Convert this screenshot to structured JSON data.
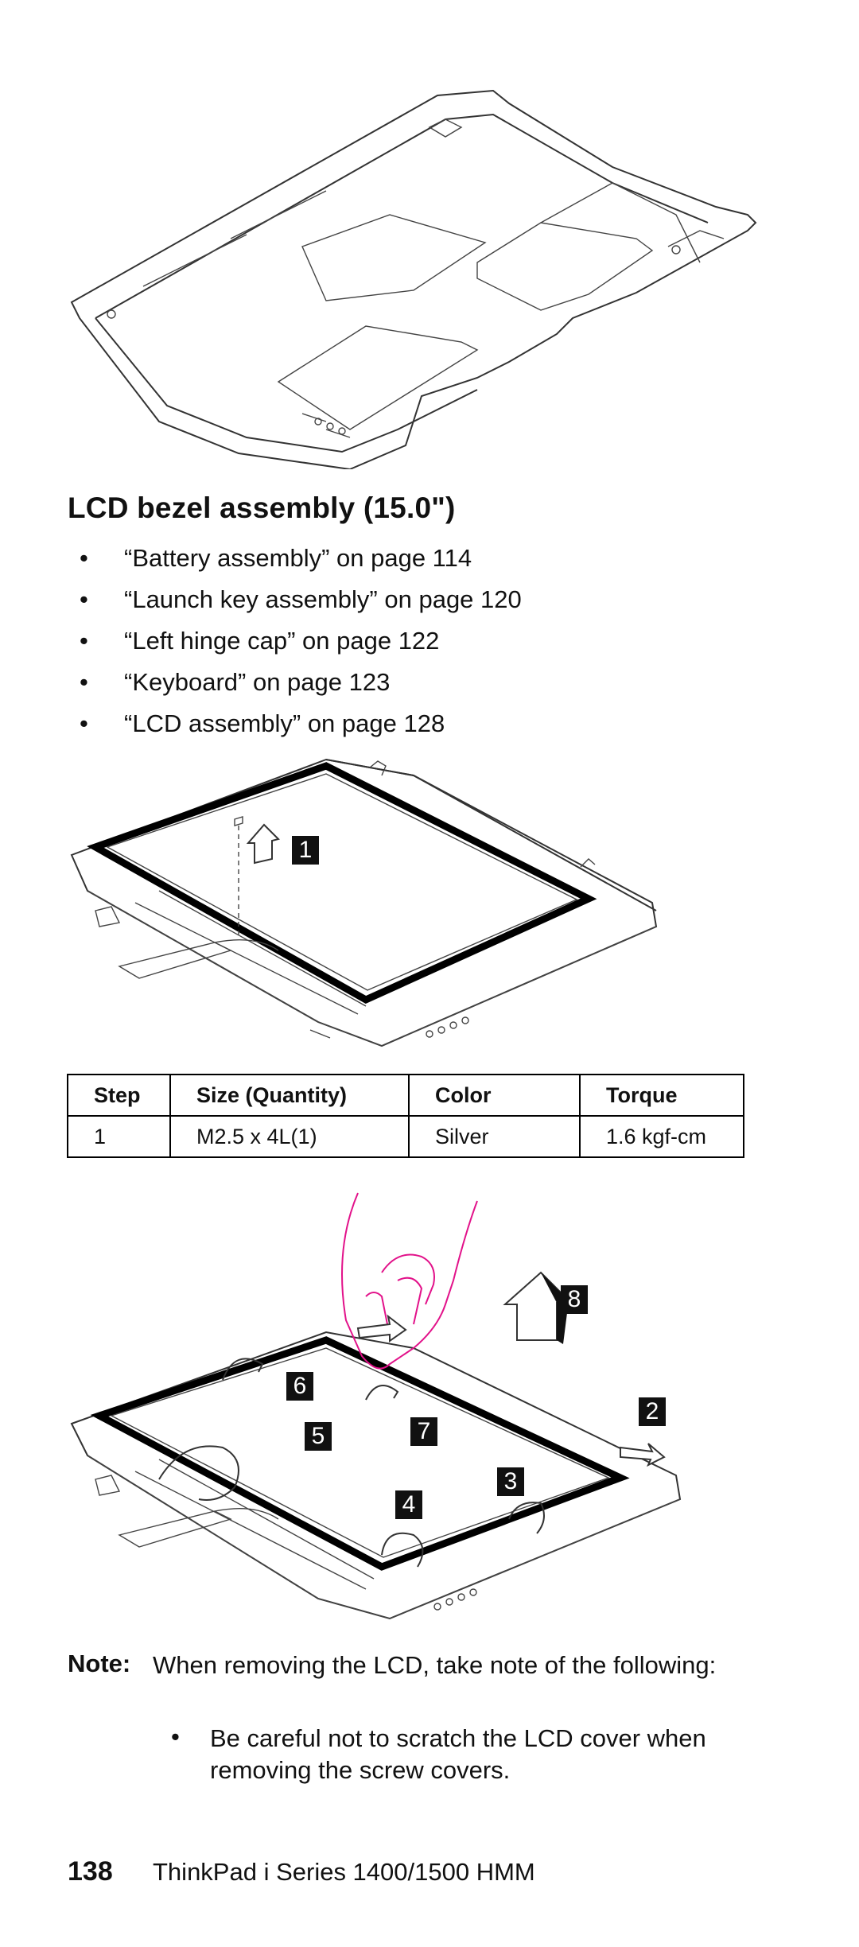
{
  "section": {
    "title": "LCD bezel assembly (15.0\")",
    "prerequisites": [
      "“Battery assembly” on page  114",
      "“Launch key assembly” on page  120",
      "“Left hinge cap” on page  122",
      "“Keyboard” on page  123",
      "“LCD assembly” on page  128"
    ],
    "bullet_char": "•"
  },
  "figure1": {
    "callouts": [
      "1"
    ]
  },
  "screw_table": {
    "headers": [
      "Step",
      "Size (Quantity)",
      "Color",
      "Torque"
    ],
    "rows": [
      [
        "1",
        "M2.5 x 4L(1)",
        "Silver",
        "1.6 kgf-cm"
      ]
    ]
  },
  "figure2": {
    "callouts": [
      "8",
      "6",
      "7",
      "2",
      "5",
      "3",
      "4"
    ]
  },
  "note": {
    "label": "Note:",
    "text": "When removing the LCD, take note of the following:",
    "bullets": [
      "Be careful not to scratch the LCD cover when removing the screw covers."
    ]
  },
  "footer": {
    "page_number": "138",
    "title": "ThinkPad i Series 1400/1500 HMM"
  },
  "colors": {
    "hand_outline": "#e2128a",
    "callout_bg": "#111111"
  }
}
